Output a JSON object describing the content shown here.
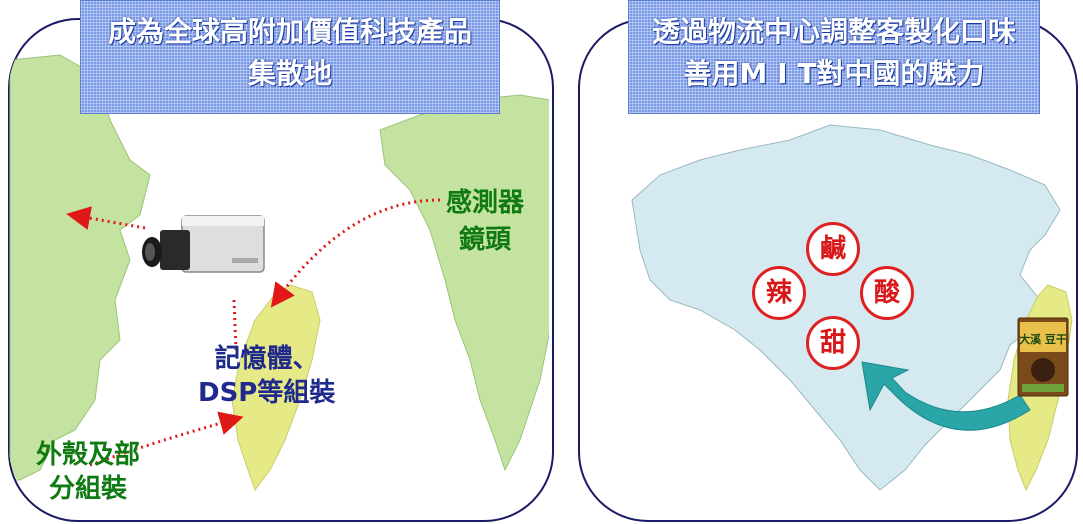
{
  "left_panel": {
    "title_line1": "成為全球高附加價值科技產品",
    "title_line2": "集散地",
    "sensor_label_line1": "感測器",
    "sensor_label_line2": "鏡頭",
    "assembly_label_line1": "記憶體、",
    "assembly_label_line2": "DSP等組裝",
    "housing_label_line1": "外殼及部",
    "housing_label_line2": "分組裝"
  },
  "right_panel": {
    "title_line1": "透過物流中心調整客製化口味",
    "title_line2": "善用M I T對中國的魅力",
    "tastes": {
      "salty": "鹹",
      "spicy": "辣",
      "sour": "酸",
      "sweet": "甜"
    },
    "product_text": "大溪 豆干"
  },
  "colors": {
    "border": "#1a1a66",
    "land": "#c4e3a0",
    "taiwan": "#e6ea86",
    "asia": "#d4eaf0",
    "dotted_arrow": "#e01818",
    "curved_arrow": "#2aa6a8",
    "green_text": "#0f7a12",
    "navy_text": "#1f2a8c",
    "banner": "#7a99e6"
  }
}
